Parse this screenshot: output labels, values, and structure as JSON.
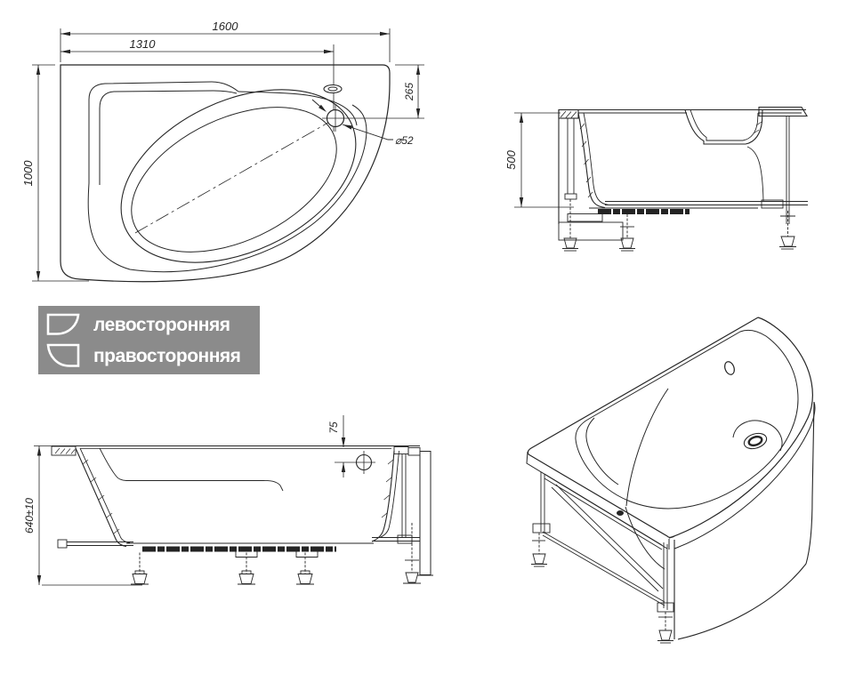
{
  "colors": {
    "line": "#262626",
    "background": "#ffffff",
    "legend_bg": "#8b8b8b",
    "legend_text": "#ffffff"
  },
  "views": {
    "top": {
      "name": "top-view-corner-bathtub",
      "dims": {
        "length": "1600",
        "length_to_drain": "1310",
        "width": "1000",
        "drain_offset": "265",
        "drain_diameter": "⌀52"
      }
    },
    "side": {
      "name": "side-section-view",
      "dims": {
        "depth": "500"
      }
    },
    "front": {
      "name": "front-view",
      "dims": {
        "height": "640±10",
        "overflow_offset": "75"
      }
    },
    "iso": {
      "name": "isometric-view"
    }
  },
  "legend": {
    "items": [
      {
        "icon": "corner-tub-left-icon",
        "label": "левосторонняя"
      },
      {
        "icon": "corner-tub-right-icon",
        "label": "правосторонняя"
      }
    ]
  }
}
